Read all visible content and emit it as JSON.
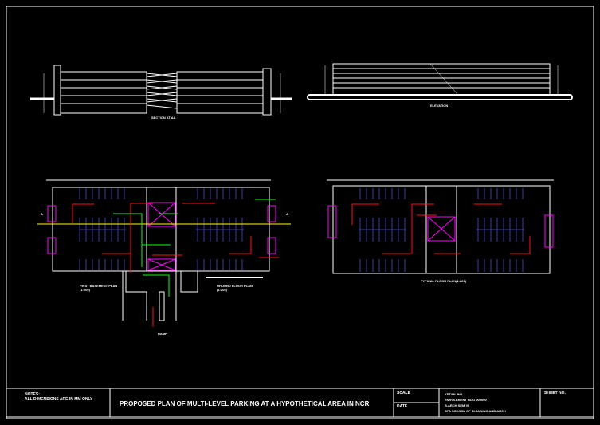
{
  "drawings": {
    "section_label": "SECTION AT AA",
    "elevation_label": "ELEVATION",
    "basement_label": "FIRST BASEMENT PLAN",
    "basement_scale": "(1:200)",
    "ground_label": "GROUND FLOOR PLAN",
    "ground_scale": "(1:200)",
    "ramp_label": "RAMP",
    "typical_label": "TYPICAL FLOOR PLAN(1:200)",
    "section_mark": "A"
  },
  "title_block": {
    "notes_heading": "NOTES:",
    "notes_text": "ALL DIMENSIONS ARE IN MM ONLY",
    "title": "PROPOSED PLAN OF MULTI-LEVEL PARKING AT A HYPOTHETICAL AREA IN NCR",
    "scale_label": "SCALE",
    "date_label": "DATE",
    "author_lines": [
      "KETAN JHA",
      "ENROLLMENT NO 1 000000",
      "B.ARCH SEM VI",
      "SPA SCHOOL OF PLANNING AND ARCH"
    ],
    "sheet_label": "SHEET NO."
  },
  "colors": {
    "background": "#000000",
    "lines": "#ffffff",
    "parking": "#3a3ab0",
    "arrow_red": "#ff1010",
    "arrow_green": "#10ff10",
    "section_line": "#ffff00",
    "stair": "#ff00ff"
  }
}
